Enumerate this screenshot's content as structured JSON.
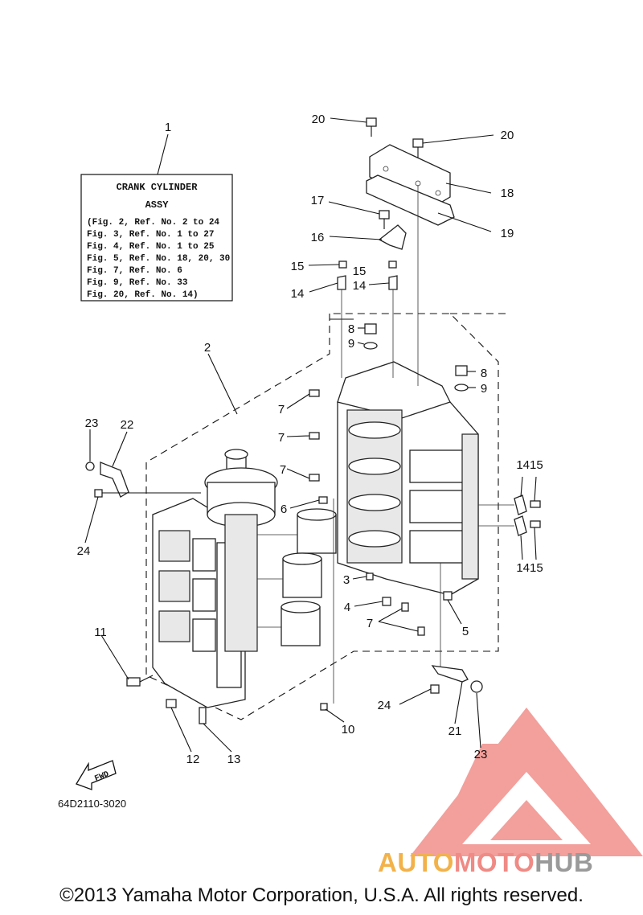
{
  "info_box": {
    "title_line1": "CRANK  CYLINDER",
    "title_line2": "ASSY",
    "refs": [
      "(Fig. 2, Ref. No. 2 to 24",
      " Fig. 3, Ref. No. 1 to 27",
      " Fig. 4, Ref. No. 1 to 25",
      " Fig. 5, Ref. No. 18, 20, 30",
      " Fig. 7, Ref. No. 6",
      " Fig. 9, Ref. No. 33",
      " Fig. 20, Ref. No. 14)"
    ]
  },
  "callouts": {
    "c1": "1",
    "c2": "2",
    "c3": "3",
    "c4": "4",
    "c5": "5",
    "c6": "6",
    "c7a": "7",
    "c7b": "7",
    "c7c": "7",
    "c7d": "7",
    "c8a": "8",
    "c8b": "8",
    "c9a": "9",
    "c9b": "9",
    "c10": "10",
    "c11": "11",
    "c12": "12",
    "c13": "13",
    "c14a": "14",
    "c14b": "14",
    "c15a": "15",
    "c15b": "15",
    "c1415a": "1415",
    "c1415b": "1415",
    "c16": "16",
    "c17": "17",
    "c18": "18",
    "c19": "19",
    "c20a": "20",
    "c20b": "20",
    "c21": "21",
    "c22": "22",
    "c23a": "23",
    "c23b": "23",
    "c24a": "24",
    "c24b": "24"
  },
  "fwd_label": "FWD",
  "diagram_code": "64D2110-3020",
  "copyright": "©2013 Yamaha Motor Corporation, U.S.A. All rights reserved.",
  "watermark": {
    "part1": "AUTO",
    "part2": "MOTO",
    "part3": "HUB"
  },
  "colors": {
    "watermark_red": "#ef7f7a",
    "watermark_orange": "#f2b24a",
    "watermark_gray": "#9a9a9a"
  }
}
